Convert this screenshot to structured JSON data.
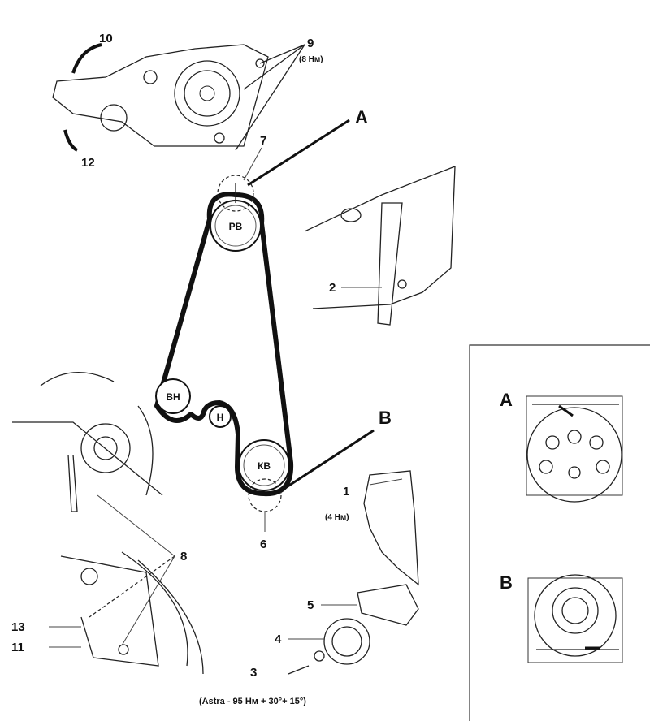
{
  "labels": {
    "l10": "10",
    "l9": "9",
    "l9_torque": "(8 Нм)",
    "l12": "12",
    "l7": "7",
    "l2": "2",
    "l1": "1",
    "l1_torque": "(4 Нм)",
    "l6": "6",
    "l8": "8",
    "l5": "5",
    "l4": "4",
    "l13": "13",
    "l11": "11",
    "l3": "3",
    "bottom_note": "(Astra - 95 Нм  + 30°+ 15°)",
    "detail_a": "A",
    "detail_b": "B"
  },
  "pulleys": {
    "camshaft": "РВ",
    "aux": "ВН",
    "idler": "Н",
    "crank": "КВ"
  },
  "inset": {
    "label_a": "A",
    "label_b": "B"
  }
}
